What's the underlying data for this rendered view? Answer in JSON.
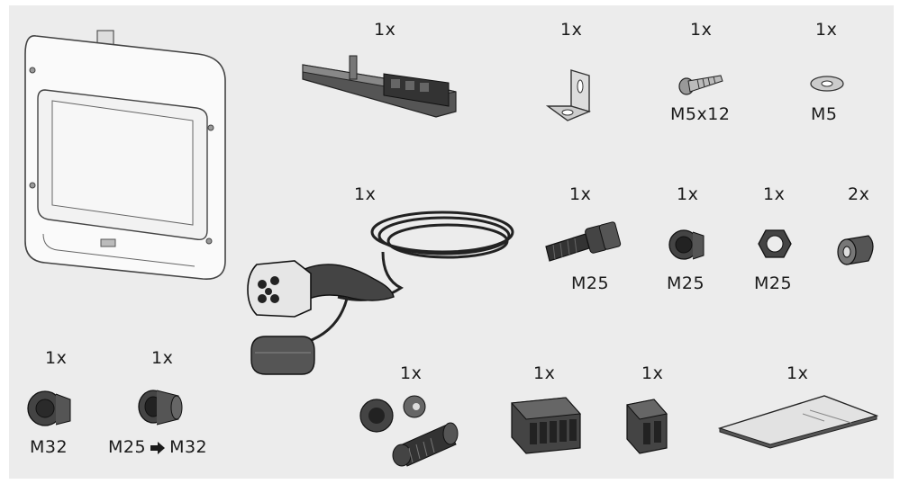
{
  "items": [
    {
      "qty": "1x"
    },
    {
      "qty": "1x"
    },
    {
      "qty": "1x",
      "size": "M5x12"
    },
    {
      "qty": "1x",
      "size": "M5"
    },
    {
      "qty": "1x"
    },
    {
      "qty": "1x",
      "size": "M25"
    },
    {
      "qty": "1x",
      "size": "M25"
    },
    {
      "qty": "1x",
      "size": "M25"
    },
    {
      "qty": "2x"
    },
    {
      "qty": "1x",
      "size": "M32"
    },
    {
      "qty": "1x",
      "size_from": "M25",
      "size_to": "M32"
    },
    {
      "qty": "1x"
    },
    {
      "qty": "1x"
    },
    {
      "qty": "1x"
    },
    {
      "qty": "1x"
    }
  ]
}
